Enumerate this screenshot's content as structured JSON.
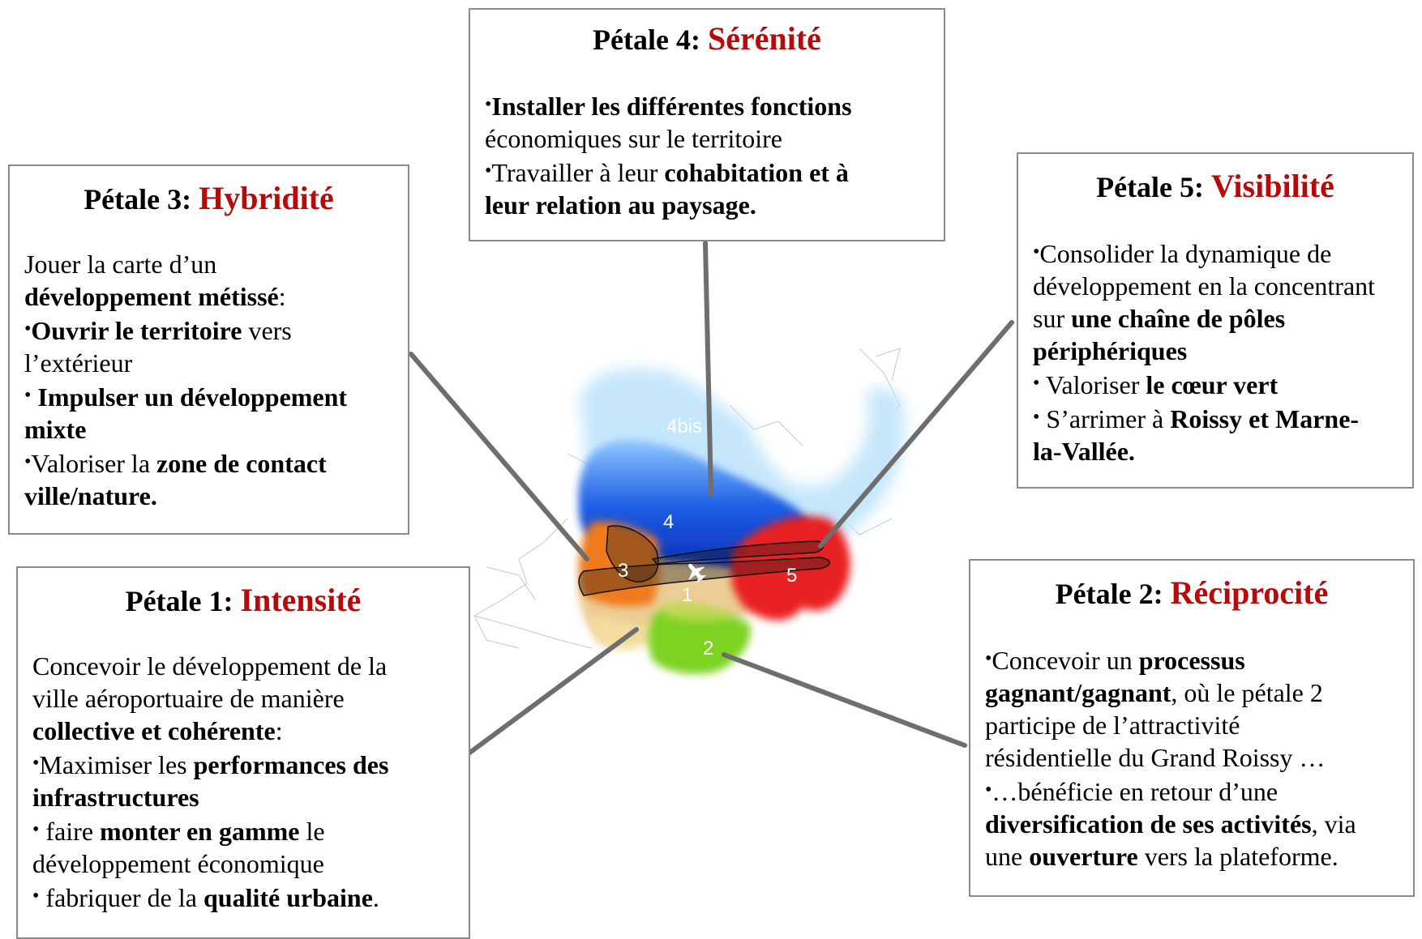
{
  "colors": {
    "title_accent": "#b80a0a",
    "connector": "#6e6e6e",
    "border": "#8a8a8a"
  },
  "petals": {
    "p4": {
      "prefix": "Pétale 4:",
      "keyword": "Sérénité",
      "lines": [
        {
          "dot": "•",
          "bold": "Installer les différentes fonctions",
          "text": ""
        },
        {
          "text": "économiques sur le territoire"
        },
        {
          "dot": "•",
          "text": "Travailler à leur ",
          "bold": "cohabitation et à"
        },
        {
          "bold": "leur relation au paysage."
        }
      ]
    },
    "p3": {
      "prefix": "Pétale 3:",
      "keyword": "Hybridité",
      "lines": [
        {
          "text": "Jouer la carte d’un"
        },
        {
          "bold": "développement métissé",
          "after": ":"
        },
        {
          "dot": "•",
          "bold": "Ouvrir le territoire",
          "after": " vers"
        },
        {
          "text": "l’extérieur"
        },
        {
          "dot": "•",
          "bold": " Impulser un développement"
        },
        {
          "bold": "mixte"
        },
        {
          "dot": "•",
          "text": "Valoriser la ",
          "bold": "zone de contact"
        },
        {
          "bold": "ville/nature."
        }
      ]
    },
    "p5": {
      "prefix": "Pétale 5:",
      "keyword": "Visibilité",
      "lines": [
        {
          "dot": "•",
          "text": "Consolider la dynamique de"
        },
        {
          "text": "développement en la concentrant"
        },
        {
          "text": "sur ",
          "bold": "une chaîne de pôles"
        },
        {
          "bold": "périphériques"
        },
        {
          "dot": "•",
          "text": " Valoriser ",
          "bold": "le cœur vert"
        },
        {
          "dot": "•",
          "text": " S’arrimer à ",
          "bold": "Roissy et Marne-"
        },
        {
          "bold": "la-Vallée."
        }
      ]
    },
    "p1": {
      "prefix": "Pétale 1:",
      "keyword": "Intensité",
      "lines": [
        {
          "text": "Concevoir le développement de la"
        },
        {
          "text": "ville aéroportuaire de manière"
        },
        {
          "bold": "collective et cohérente",
          "after": ":"
        },
        {
          "dot": "•",
          "text": "Maximiser les ",
          "bold": "performances des"
        },
        {
          "bold": "infrastructures"
        },
        {
          "dot": "•",
          "text": " faire ",
          "bold": "monter en gamme",
          "after": " le"
        },
        {
          "text": "développement économique"
        },
        {
          "dot": "•",
          "text": " fabriquer de la ",
          "bold": "qualité urbaine",
          "after": "."
        }
      ]
    },
    "p2": {
      "prefix": "Pétale 2:",
      "keyword": "Réciprocité",
      "lines": [
        {
          "dot": "•",
          "text": "Concevoir un ",
          "bold": "processus"
        },
        {
          "bold": "gagnant/gagnant",
          "after": ", où le pétale 2"
        },
        {
          "text": "participe de l’attractivité"
        },
        {
          "text": "résidentielle du Grand Roissy …"
        },
        {
          "dot": "•",
          "text": "…bénéficie en retour d’une"
        },
        {
          "bold": "diversification de ses activités",
          "after": ", via"
        },
        {
          "text": "une ",
          "bold": "ouverture",
          "after": " vers la plateforme."
        }
      ]
    }
  },
  "map_labels": {
    "l4bis": "4bis",
    "l4": "4",
    "l3": "3",
    "l1": "1",
    "l5": "5",
    "l2": "2"
  },
  "icons": {
    "airport": "airplane-icon"
  }
}
